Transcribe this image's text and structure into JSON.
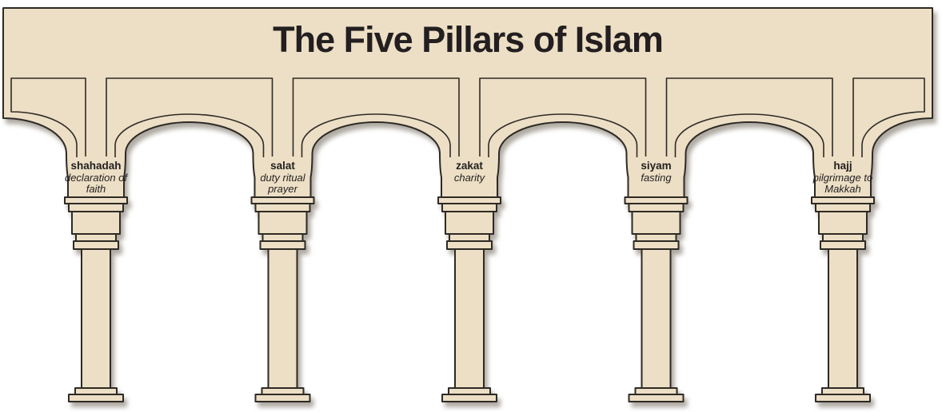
{
  "title": "The Five Pillars of Islam",
  "pillars": [
    {
      "name": "shahadah",
      "description": "declaration of faith"
    },
    {
      "name": "salat",
      "description": "duty ritual prayer"
    },
    {
      "name": "zakat",
      "description": "charity"
    },
    {
      "name": "siyam",
      "description": "fasting"
    },
    {
      "name": "hajj",
      "description": "pilgrimage to Makkah"
    }
  ],
  "colors": {
    "stone": "#ecdfc5",
    "outline": "#2e2a25",
    "text": "#231f20",
    "shadow": "rgba(110,100,86,0.55)",
    "background": "#ffffff"
  }
}
